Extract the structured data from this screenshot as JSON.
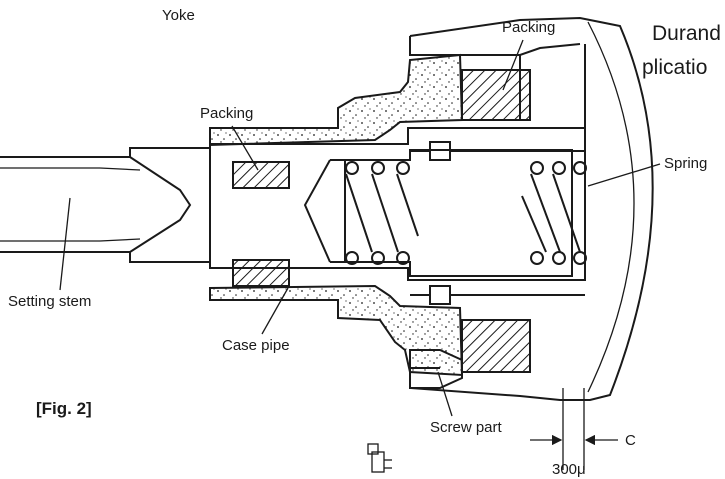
{
  "labels": {
    "yoke": "Yoke",
    "packing_top": "Packing",
    "packing_inner": "Packing",
    "spring": "Spring",
    "setting_stem": "Setting stem",
    "case_pipe": "Case pipe",
    "screw_part": "Screw part",
    "fig": "[Fig. 2]",
    "clearance_c": "C",
    "clearance_value": "300μ"
  },
  "cropped_text": {
    "line1": "Durand",
    "line2": "plicatio"
  },
  "colors": {
    "ink": "#1a1a1a",
    "background": "#ffffff"
  }
}
